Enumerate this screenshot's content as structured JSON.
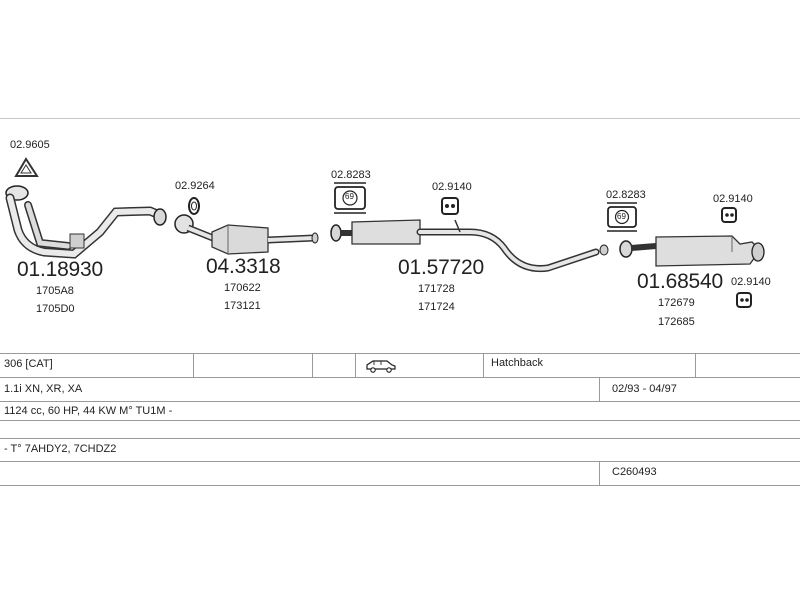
{
  "parts": [
    {
      "ref": "02.9605"
    },
    {
      "ref": "02.9264"
    },
    {
      "ref": "02.8283"
    },
    {
      "ref": "02.9140"
    },
    {
      "ref": "02.8283"
    },
    {
      "ref": "02.9140"
    },
    {
      "ref": "02.9140"
    }
  ],
  "components": [
    {
      "number": "01.18930",
      "oem": [
        "1705A8",
        "1705D0"
      ]
    },
    {
      "number": "04.3318",
      "oem": [
        "170622",
        "173121"
      ]
    },
    {
      "number": "01.57720",
      "oem": [
        "171728",
        "171724"
      ]
    },
    {
      "number": "01.68540",
      "oem": [
        "172679",
        "172685"
      ]
    }
  ],
  "badge_69": "69",
  "vehicle": {
    "model": "306  [CAT]",
    "body": "Hatchback",
    "engine": "1.1i XN, XR, XA",
    "years": "02/93 - 04/97",
    "spec": "1124 cc, 60 HP, 44 KW M° TU1M -",
    "codes": "- T° 7AHDY2, 7CHDZ2",
    "catalog_id": "C260493"
  },
  "icons": {
    "body_style": "car-side-icon",
    "gasket": "gasket-icon",
    "clamp": "clamp-icon",
    "hanger": "rubber-hanger-icon"
  }
}
